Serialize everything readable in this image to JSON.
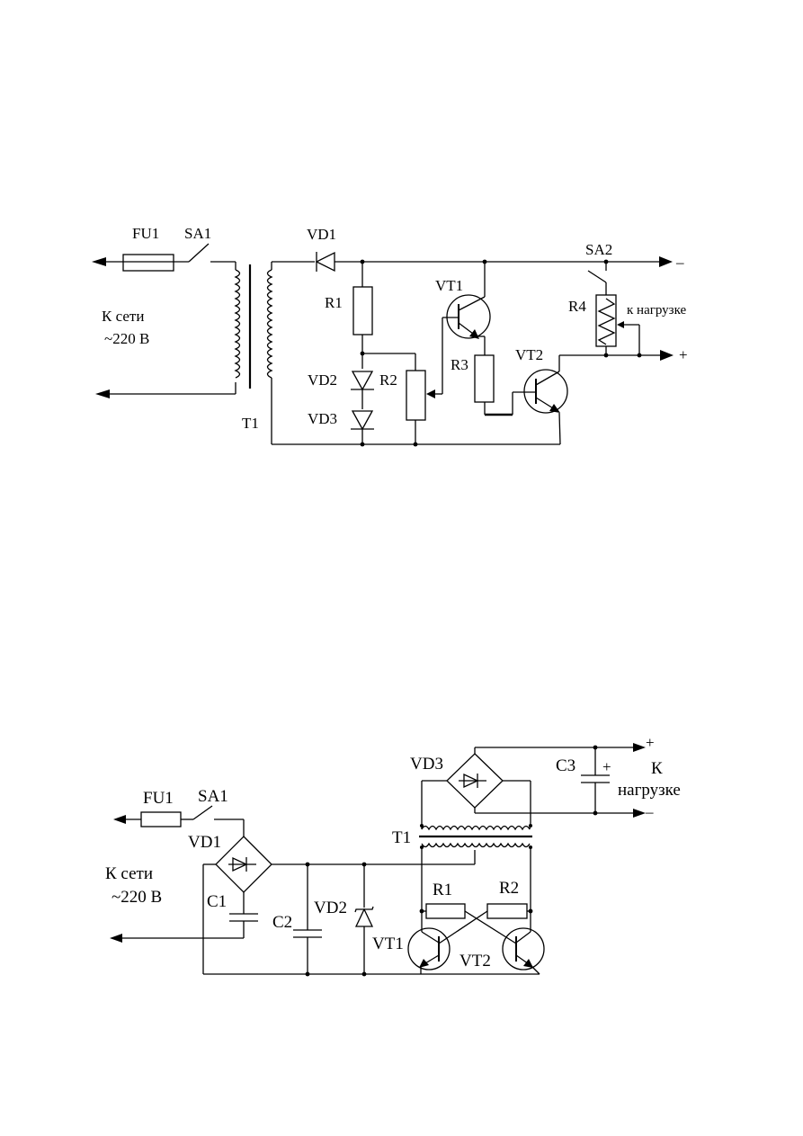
{
  "diagram1": {
    "labels": {
      "fu1": "FU1",
      "sa1": "SA1",
      "vd1": "VD1",
      "sa2": "SA2",
      "minus": "–",
      "plus": "+",
      "r1": "R1",
      "vt1": "VT1",
      "r4": "R4",
      "to_load": "к нагрузке",
      "mains_1": "К сети",
      "mains_2": "~220 В",
      "vt2": "VT2",
      "r3": "R3",
      "vd2": "VD2",
      "r2": "R2",
      "vd3": "VD3",
      "t1": "T1"
    }
  },
  "diagram2": {
    "labels": {
      "plus": "+",
      "vd3": "VD3",
      "c3": "C3",
      "c3_plus": "+",
      "load_1": "К",
      "load_2": "нагрузке",
      "minus": "–",
      "fu1": "FU1",
      "sa1": "SA1",
      "vd1": "VD1",
      "t1": "T1",
      "mains_1": "К сети",
      "mains_2": "~220 В",
      "r1": "R1",
      "r2": "R2",
      "c1": "C1",
      "c2": "C2",
      "vd2": "VD2",
      "vt1": "VT1",
      "vt2": "VT2"
    }
  }
}
